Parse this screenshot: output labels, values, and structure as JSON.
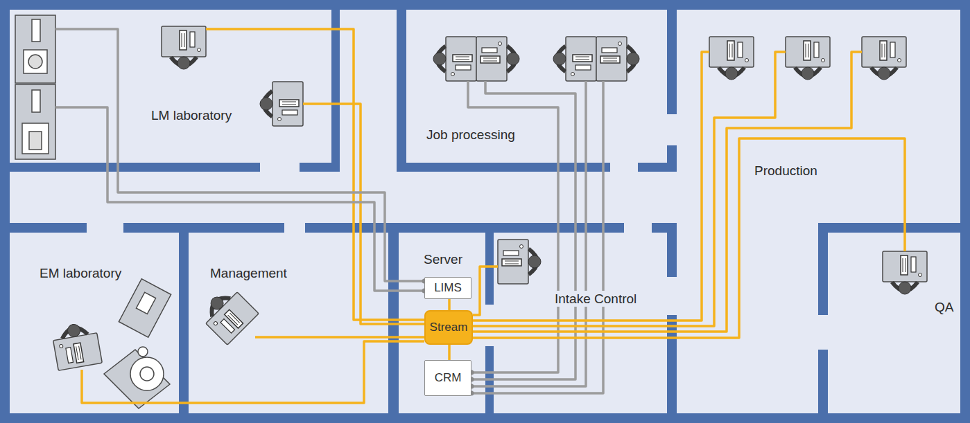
{
  "diagram": {
    "nodes": [
      {
        "text": [
          "LM laboratory"
        ]
      },
      {
        "text": [
          "Job processing"
        ]
      },
      {
        "text": [
          "Production"
        ]
      },
      {
        "text": [
          "EM laboratory"
        ]
      },
      {
        "text": [
          "Management"
        ]
      },
      {
        "text": [
          "Server"
        ]
      },
      {
        "text": [
          "LIMS"
        ],
        "in": 5
      },
      {
        "text": [
          "Stream"
        ],
        "in": 5
      },
      {
        "text": [
          "CRM"
        ],
        "in": 5
      },
      {
        "text": [
          "Intake Control"
        ]
      },
      {
        "text": [
          "QA"
        ]
      }
    ],
    "edges": [
      {
        "from": 0,
        "to": 7,
        "arrow": "none"
      },
      {
        "from": 0,
        "to": 7,
        "arrow": "none"
      },
      {
        "from": 0,
        "to": 6,
        "arrow": "none"
      },
      {
        "from": 0,
        "to": 6,
        "arrow": "none"
      },
      {
        "from": 1,
        "to": 8,
        "arrow": "none"
      },
      {
        "from": 1,
        "to": 8,
        "arrow": "none"
      },
      {
        "from": 1,
        "to": 8,
        "arrow": "none"
      },
      {
        "from": 1,
        "to": 8,
        "arrow": "none"
      },
      {
        "from": 2,
        "to": 7,
        "arrow": "none"
      },
      {
        "from": 2,
        "to": 7,
        "arrow": "none"
      },
      {
        "from": 2,
        "to": 7,
        "arrow": "none"
      },
      {
        "from": 10,
        "to": 7,
        "arrow": "none"
      },
      {
        "from": 9,
        "to": 7,
        "arrow": "none"
      },
      {
        "from": 4,
        "to": 7,
        "arrow": "none"
      },
      {
        "from": 3,
        "to": 7,
        "arrow": "none"
      },
      {
        "from": 6,
        "to": 7,
        "arrow": "none"
      },
      {
        "from": 8,
        "to": 7,
        "arrow": "none"
      }
    ]
  }
}
